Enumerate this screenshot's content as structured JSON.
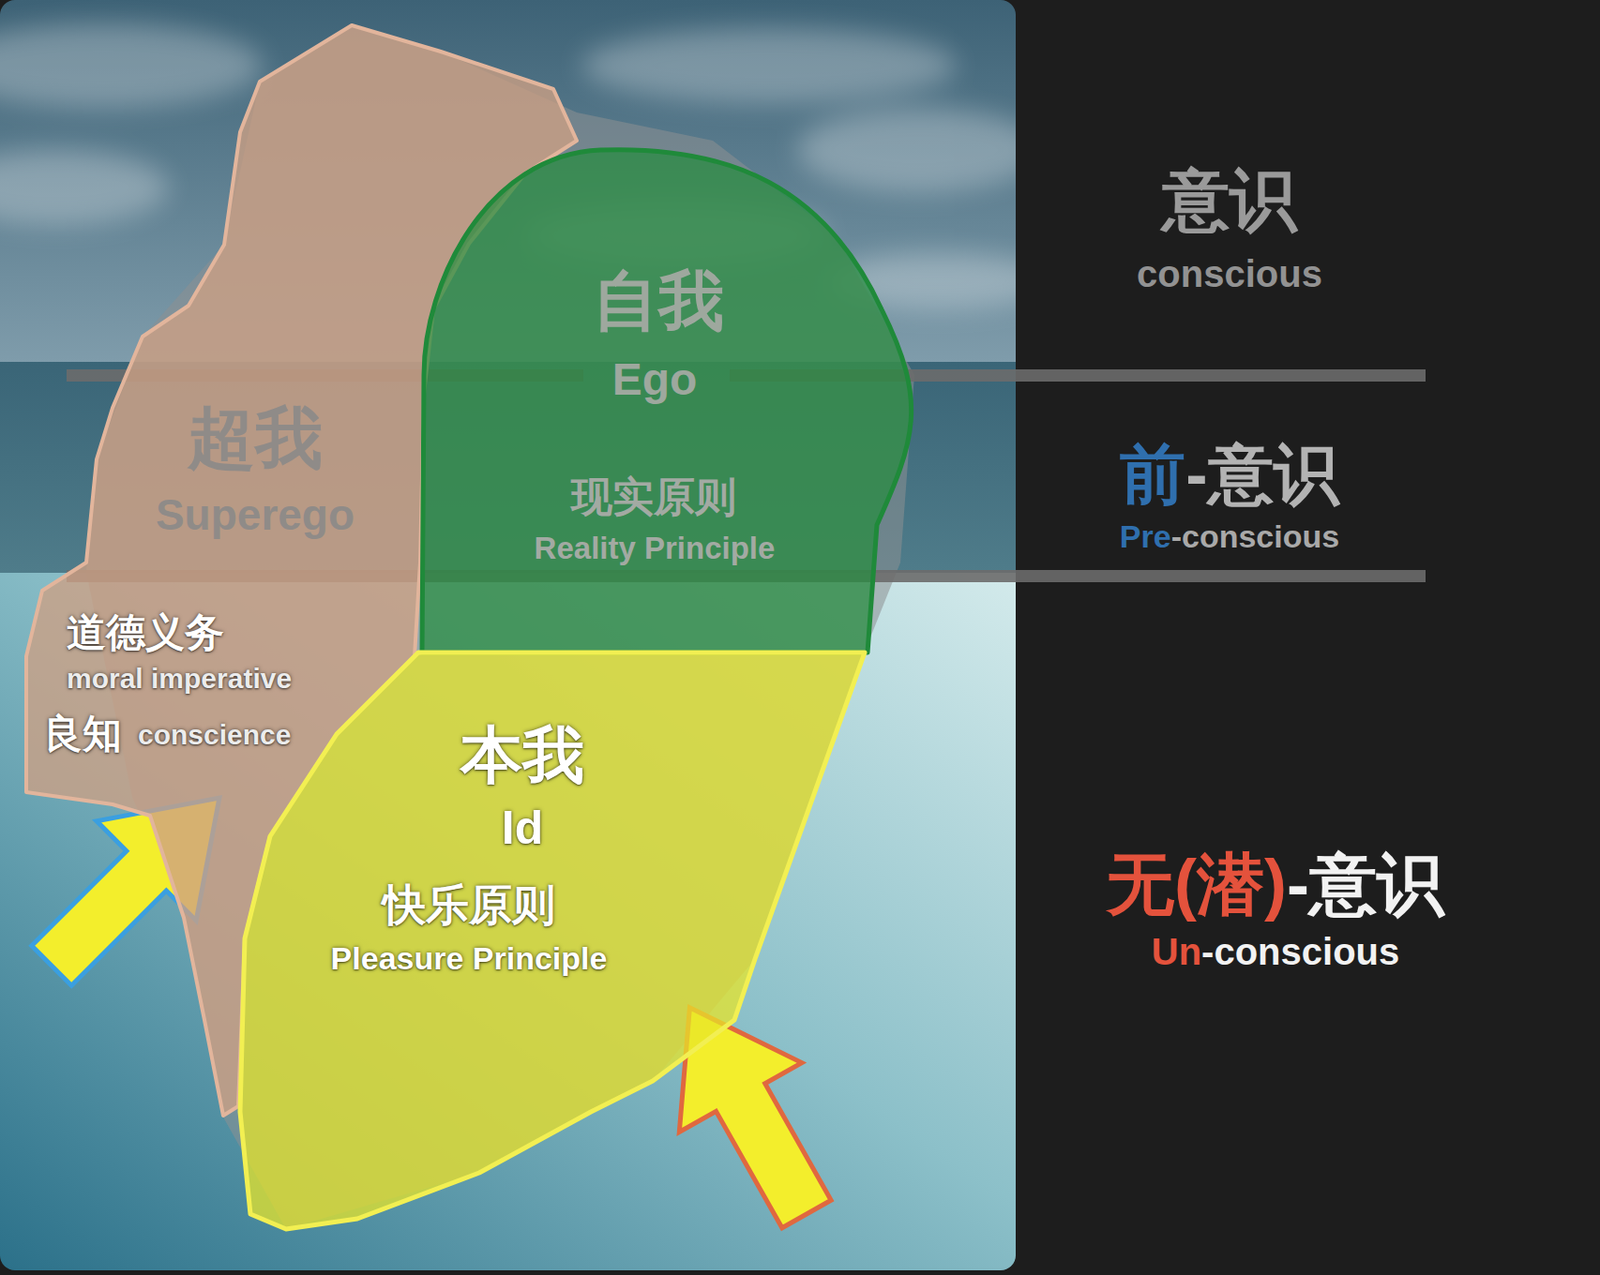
{
  "diagram": {
    "nodes": [
      {
        "text": [
          "自我",
          "Ego",
          "现实原则",
          "Reality Principle"
        ]
      },
      {
        "text": [
          "超我",
          "Superego",
          "道德义务",
          "moral imperative",
          "良知",
          "conscience"
        ]
      },
      {
        "text": [
          "本我",
          "Id",
          "快乐原则",
          "Pleasure Principle"
        ]
      }
    ],
    "labels": [
      "意识",
      "conscious",
      "前",
      "-意识",
      "Pre",
      "-conscious",
      "无(潜)",
      "-意识",
      "Un",
      "-conscious"
    ]
  }
}
